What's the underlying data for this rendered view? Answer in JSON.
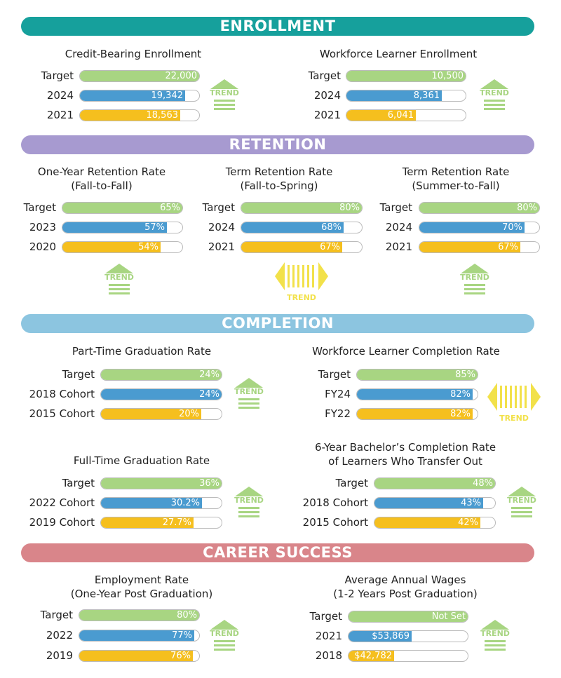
{
  "colors": {
    "target": "#a8d582",
    "current": "#4a9bd0",
    "baseline": "#f5bf1e",
    "trend_up": "#a8d582",
    "trend_flat": "#f2e14a"
  },
  "sections": [
    {
      "label": "ENROLLMENT",
      "color": "#16a09c"
    },
    {
      "label": "RETENTION",
      "color": "#a79ad0"
    },
    {
      "label": "COMPLETION",
      "color": "#8cc5e0"
    },
    {
      "label": "CAREER SUCCESS",
      "color": "#d9858a"
    }
  ],
  "chart_data": [
    {
      "type": "bar",
      "title": [
        "Credit-Bearing Enrollment"
      ],
      "trend": "up",
      "trend_label": "TREND",
      "rows": [
        {
          "label": "Target",
          "value": "22,000",
          "fill": 1
        },
        {
          "label": "2024",
          "value": "19,342",
          "fill": 0.88
        },
        {
          "label": "2021",
          "value": "18,563",
          "fill": 0.84
        }
      ]
    },
    {
      "type": "bar",
      "title": [
        "Workforce Learner Enrollment"
      ],
      "trend": "up",
      "trend_label": "TREND",
      "rows": [
        {
          "label": "Target",
          "value": "10,500",
          "fill": 1
        },
        {
          "label": "2024",
          "value": "8,361",
          "fill": 0.8
        },
        {
          "label": "2021",
          "value": "6,041",
          "fill": 0.58
        }
      ]
    },
    {
      "type": "bar",
      "title": [
        "One-Year Retention Rate",
        "(Fall-to-Fall)"
      ],
      "trend": "up",
      "trend_label": "TREND",
      "rows": [
        {
          "label": "Target",
          "value": "65%",
          "fill": 1
        },
        {
          "label": "2023",
          "value": "57%",
          "fill": 0.87
        },
        {
          "label": "2020",
          "value": "54%",
          "fill": 0.82
        }
      ]
    },
    {
      "type": "bar",
      "title": [
        "Term Retention Rate",
        "(Fall-to-Spring)"
      ],
      "trend": "flat",
      "trend_label": "TREND",
      "rows": [
        {
          "label": "Target",
          "value": "80%",
          "fill": 1
        },
        {
          "label": "2024",
          "value": "68%",
          "fill": 0.85
        },
        {
          "label": "2021",
          "value": "67%",
          "fill": 0.84
        }
      ]
    },
    {
      "type": "bar",
      "title": [
        "Term Retention Rate",
        "(Summer-to-Fall)"
      ],
      "trend": "up",
      "trend_label": "TREND",
      "rows": [
        {
          "label": "Target",
          "value": "80%",
          "fill": 1
        },
        {
          "label": "2024",
          "value": "70%",
          "fill": 0.88
        },
        {
          "label": "2021",
          "value": "67%",
          "fill": 0.84
        }
      ]
    },
    {
      "type": "bar",
      "title": [
        "Part-Time Graduation Rate"
      ],
      "trend": "up",
      "trend_label": "TREND",
      "rows": [
        {
          "label": "Target",
          "value": "24%",
          "fill": 1
        },
        {
          "label": "2018 Cohort",
          "value": "24%",
          "fill": 1
        },
        {
          "label": "2015 Cohort",
          "value": "20%",
          "fill": 0.83
        }
      ]
    },
    {
      "type": "bar",
      "title": [
        "Workforce Learner Completion Rate"
      ],
      "trend": "flat",
      "trend_label": "TREND",
      "rows": [
        {
          "label": "Target",
          "value": "85%",
          "fill": 1
        },
        {
          "label": "FY24",
          "value": "82%",
          "fill": 0.96
        },
        {
          "label": "FY22",
          "value": "82%",
          "fill": 0.96
        }
      ]
    },
    {
      "type": "bar",
      "title": [
        "Full-Time Graduation Rate"
      ],
      "trend": "up",
      "trend_label": "TREND",
      "rows": [
        {
          "label": "Target",
          "value": "36%",
          "fill": 1
        },
        {
          "label": "2022 Cohort",
          "value": "30.2%",
          "fill": 0.84
        },
        {
          "label": "2019 Cohort",
          "value": "27.7%",
          "fill": 0.77
        }
      ]
    },
    {
      "type": "bar",
      "title": [
        "6-Year Bachelor’s Completion Rate",
        "of Learners Who Transfer Out"
      ],
      "trend": "up",
      "trend_label": "TREND",
      "rows": [
        {
          "label": "Target",
          "value": "48%",
          "fill": 1
        },
        {
          "label": "2018 Cohort",
          "value": "43%",
          "fill": 0.9
        },
        {
          "label": "2015 Cohort",
          "value": "42%",
          "fill": 0.88
        }
      ]
    },
    {
      "type": "bar",
      "title": [
        "Employment Rate",
        "(One-Year Post Graduation)"
      ],
      "trend": "up",
      "trend_label": "TREND",
      "rows": [
        {
          "label": "Target",
          "value": "80%",
          "fill": 1
        },
        {
          "label": "2022",
          "value": "77%",
          "fill": 0.96
        },
        {
          "label": "2019",
          "value": "76%",
          "fill": 0.95
        }
      ]
    },
    {
      "type": "bar",
      "title": [
        "Average Annual Wages",
        "(1-2 Years Post Graduation)"
      ],
      "trend": "up",
      "trend_label": "TREND",
      "rows": [
        {
          "label": "Target",
          "value": "Not Set",
          "fill": 1
        },
        {
          "label": "2021",
          "value": "$53,869",
          "fill": 0.53
        },
        {
          "label": "2018",
          "value": "$42,782",
          "fill": 0.38
        }
      ]
    }
  ]
}
